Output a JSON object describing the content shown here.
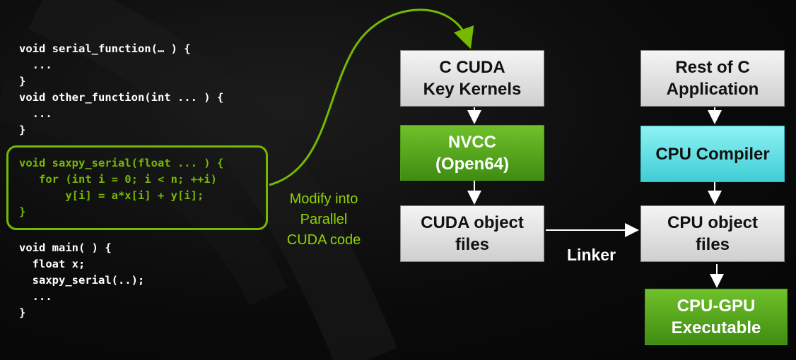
{
  "code": {
    "top": [
      "void serial_function(… ) {",
      "  ...",
      "}",
      "void other_function(int ... ) {",
      "  ...",
      "}"
    ],
    "saxpy": [
      "void saxpy_serial(float ... ) {",
      "   for (int i = 0; i < n; ++i)",
      "       y[i] = a*x[i] + y[i];",
      "}"
    ],
    "main": [
      "void main( ) {",
      "  float x;",
      "  saxpy_serial(..);",
      "  ...",
      "}"
    ]
  },
  "caption": [
    "Modify into",
    "Parallel",
    "CUDA code"
  ],
  "boxes": {
    "c_cuda": [
      "C CUDA",
      "Key Kernels"
    ],
    "nvcc": [
      "NVCC",
      "(Open64)"
    ],
    "cuda_object": [
      "CUDA object",
      "files"
    ],
    "rest_of_c": [
      "Rest of C",
      "Application"
    ],
    "cpu_compiler": [
      "CPU Compiler"
    ],
    "cpu_object": [
      "CPU object",
      "files"
    ],
    "executable": [
      "CPU-GPU",
      "Executable"
    ]
  },
  "linker_label": "Linker",
  "colors": {
    "nvidia_green": "#76b900",
    "cyan": "#4fd8de",
    "gray_box": "#e0e0e0"
  }
}
